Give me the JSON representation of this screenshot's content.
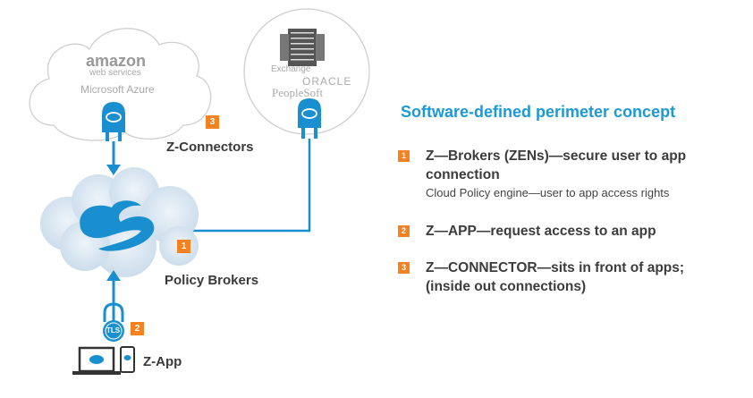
{
  "diagram": {
    "title": "Software-defined perimeter concept",
    "cloud_providers": {
      "amazon": "amazon",
      "amazon_sub": "web services",
      "azure": "Microsoft Azure"
    },
    "datacenter_apps": {
      "exchange": "Exchange",
      "oracle": "ORACLE",
      "peoplesoft": "PeopleSoft"
    },
    "labels": {
      "connectors": "Z-Connectors",
      "brokers": "Policy Brokers",
      "app": "Z-App",
      "tls": "TLS"
    },
    "badges": {
      "connectors": "3",
      "brokers": "1",
      "app": "2"
    },
    "legend": [
      {
        "num": "1",
        "title": "Z—Brokers (ZENs)—secure user to app connection",
        "subtitle": "Cloud Policy engine—user to app access rights"
      },
      {
        "num": "2",
        "title": "Z—APP—request access to an app",
        "subtitle": ""
      },
      {
        "num": "3",
        "title": "Z—CONNECTOR—sits in front of apps; (inside out connections)",
        "subtitle": ""
      }
    ],
    "colors": {
      "accent": "#1a9ad6",
      "badge": "#f58220",
      "text": "#3a3a3a"
    }
  }
}
